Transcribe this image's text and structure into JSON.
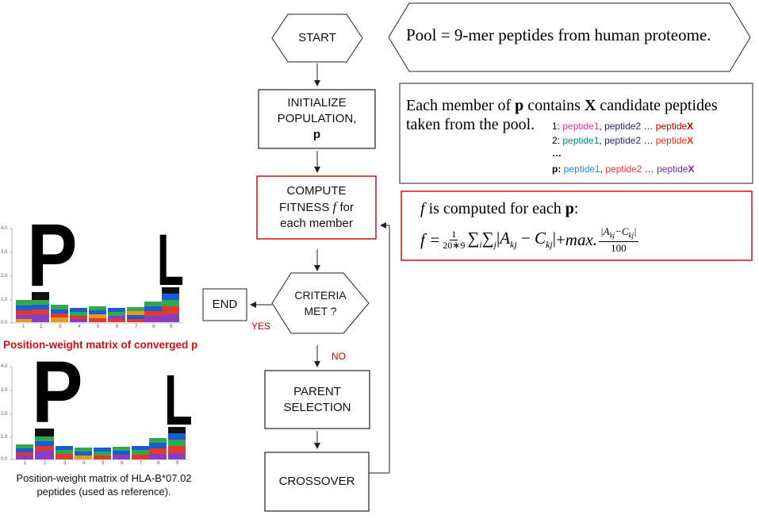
{
  "flow": {
    "start": "START",
    "init_line1": "INITIALIZE",
    "init_line2": "POPULATION,",
    "init_p": "p",
    "compute_line1": "COMPUTE",
    "compute_line2a": "FITNESS ",
    "compute_f": "f",
    "compute_line2b": " for",
    "compute_line3": "each member",
    "criteria_line1": "CRITERIA",
    "criteria_line2": "MET ?",
    "end": "END",
    "yes": "YES",
    "no": "NO",
    "parent_line1": "PARENT",
    "parent_line2": "SELECTION",
    "crossover": "CROSSOVER"
  },
  "info": {
    "pool": "Pool = 9-mer peptides from human proteome.",
    "member_a": "Each member of ",
    "member_p": "p",
    "member_b": " contains ",
    "member_x": "X",
    "member_c": " candidate peptides",
    "member_line2": "taken from the pool.",
    "rows": [
      {
        "idx": "1:",
        "p1": "peptide1",
        "p2": "peptide2",
        "dots": " … ",
        "px": "peptide",
        "xx": "X"
      },
      {
        "idx": "2:",
        "p1": "peptide1",
        "p2": "peptide2",
        "dots": " … ",
        "px": "peptide",
        "xx": "X"
      },
      {
        "idx": "p:",
        "p1": "peptide1",
        "p2": "peptide2",
        "dots": " … ",
        "px": "peptide",
        "xx": "X"
      }
    ],
    "ellipsis": "…",
    "fitness_f": "f",
    "fitness_a": " is computed for each ",
    "fitness_p": "p",
    "fitness_b": ":",
    "formula": {
      "lhs": "f = ",
      "num": "1",
      "den": "20∗9",
      "sum1": "∑",
      "sub_i": "i",
      "sum2": "∑",
      "sub_j": "j",
      "abs_open": "|",
      "A": "A",
      "sub_kj1": "kj",
      "minus": " − ",
      "C": "C",
      "sub_kj2": "kj",
      "abs_close": "|",
      "plus": " + ",
      "max": "max.",
      "frac_num": "|A",
      "frac_num_sub1": "kj",
      "frac_num_mid": "−C",
      "frac_num_sub2": "kj",
      "frac_num_end": "|",
      "frac_den": "100"
    }
  },
  "logos": {
    "top_caption": "Position-weight matrix of converged p",
    "bottom_caption_line1": "Position-weight matrix of HLA-B*07.02",
    "bottom_caption_line2": "peptides (used as reference).",
    "y_ticks": [
      "4.0",
      "3.0",
      "2.0",
      "1.0",
      "0.0"
    ],
    "x_ticks": [
      "1",
      "2",
      "3",
      "4",
      "5",
      "6",
      "7",
      "8",
      "9"
    ],
    "top_big": [
      "P",
      "L"
    ],
    "bottom_big": [
      "P",
      "L"
    ]
  },
  "colors": {
    "red": "#c00000",
    "pink": "#e0368c",
    "navy": "#1f2a6b",
    "teal": "#0e8a7d",
    "cyan": "#1a8fd6",
    "purple": "#6a2ca8",
    "orange_red": "#e8340d"
  }
}
